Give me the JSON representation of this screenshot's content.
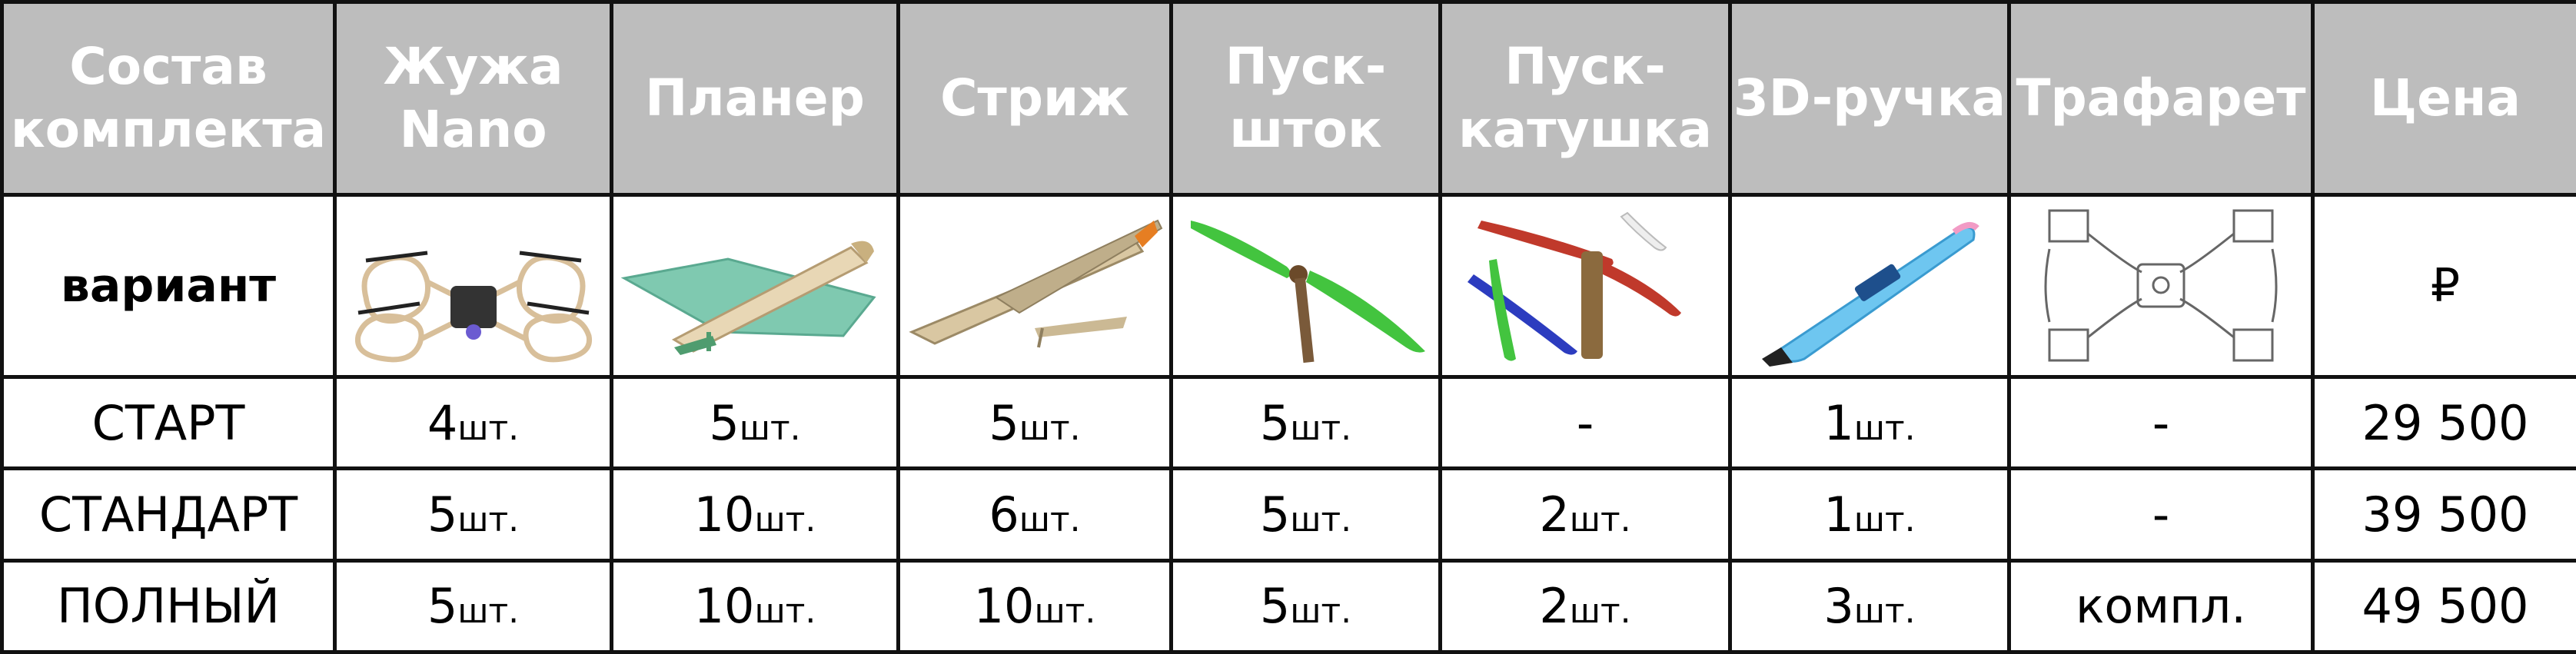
{
  "headers": [
    "Состав комплекта",
    "Жужа Nano",
    "Планер",
    "Стриж",
    "Пуск-шток",
    "Пуск-катушка",
    "3D-ручка",
    "Трафарет",
    "Цена"
  ],
  "variant_label": "вариант",
  "currency_symbol": "₽",
  "unit": "шт.",
  "rows": [
    {
      "name": "СТАРТ",
      "zhuzha": "4",
      "planer": "5",
      "strizh": "5",
      "shtok": "5",
      "katushka": "-",
      "pen": "1",
      "trafaret": "-",
      "price": "29 500"
    },
    {
      "name": "СТАНДАРТ",
      "zhuzha": "5",
      "planer": "10",
      "strizh": "6",
      "shtok": "5",
      "katushka": "2",
      "pen": "1",
      "trafaret": "-",
      "price": "39 500"
    },
    {
      "name": "ПОЛНЫЙ",
      "zhuzha": "5",
      "planer": "10",
      "strizh": "10",
      "shtok": "5",
      "katushka": "2",
      "pen": "3",
      "trafaret": "компл.",
      "price": "49 500"
    }
  ],
  "icons": {
    "zhuzha": "drone-icon",
    "planer": "glider-icon",
    "strizh": "swift-plane-icon",
    "shtok": "propeller-stick-icon",
    "katushka": "propeller-launcher-icon",
    "pen": "3d-pen-icon",
    "trafaret": "stencil-icon"
  },
  "colors": {
    "header_bg": "#bdbdbd",
    "header_text": "#ffffff",
    "border": "#111111"
  }
}
